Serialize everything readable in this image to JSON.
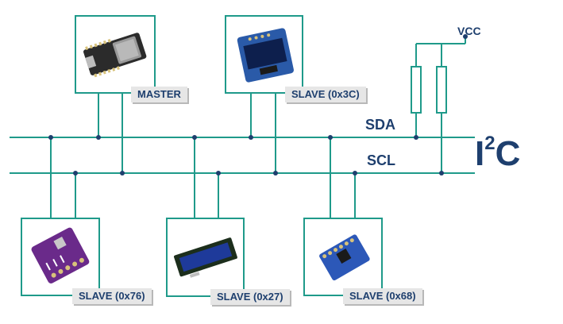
{
  "bus": {
    "title_main": "I",
    "title_sup": "2",
    "title_end": "C",
    "sda_label": "SDA",
    "scl_label": "SCL",
    "vcc_label": "VCC"
  },
  "devices": {
    "master": {
      "label": "MASTER",
      "icon": "esp32-board-icon"
    },
    "oled": {
      "label": "SLAVE (0x3C)",
      "icon": "oled-display-icon"
    },
    "bme": {
      "label": "SLAVE (0x76)",
      "icon": "bme280-sensor-icon"
    },
    "lcd": {
      "label": "SLAVE (0x27)",
      "icon": "lcd-display-icon"
    },
    "mpu": {
      "label": "SLAVE (0x68)",
      "icon": "mpu6050-sensor-icon"
    }
  },
  "colors": {
    "line": "#1f9a8a",
    "text": "#1e3f6e",
    "tag_bg": "#e6e6e6"
  }
}
